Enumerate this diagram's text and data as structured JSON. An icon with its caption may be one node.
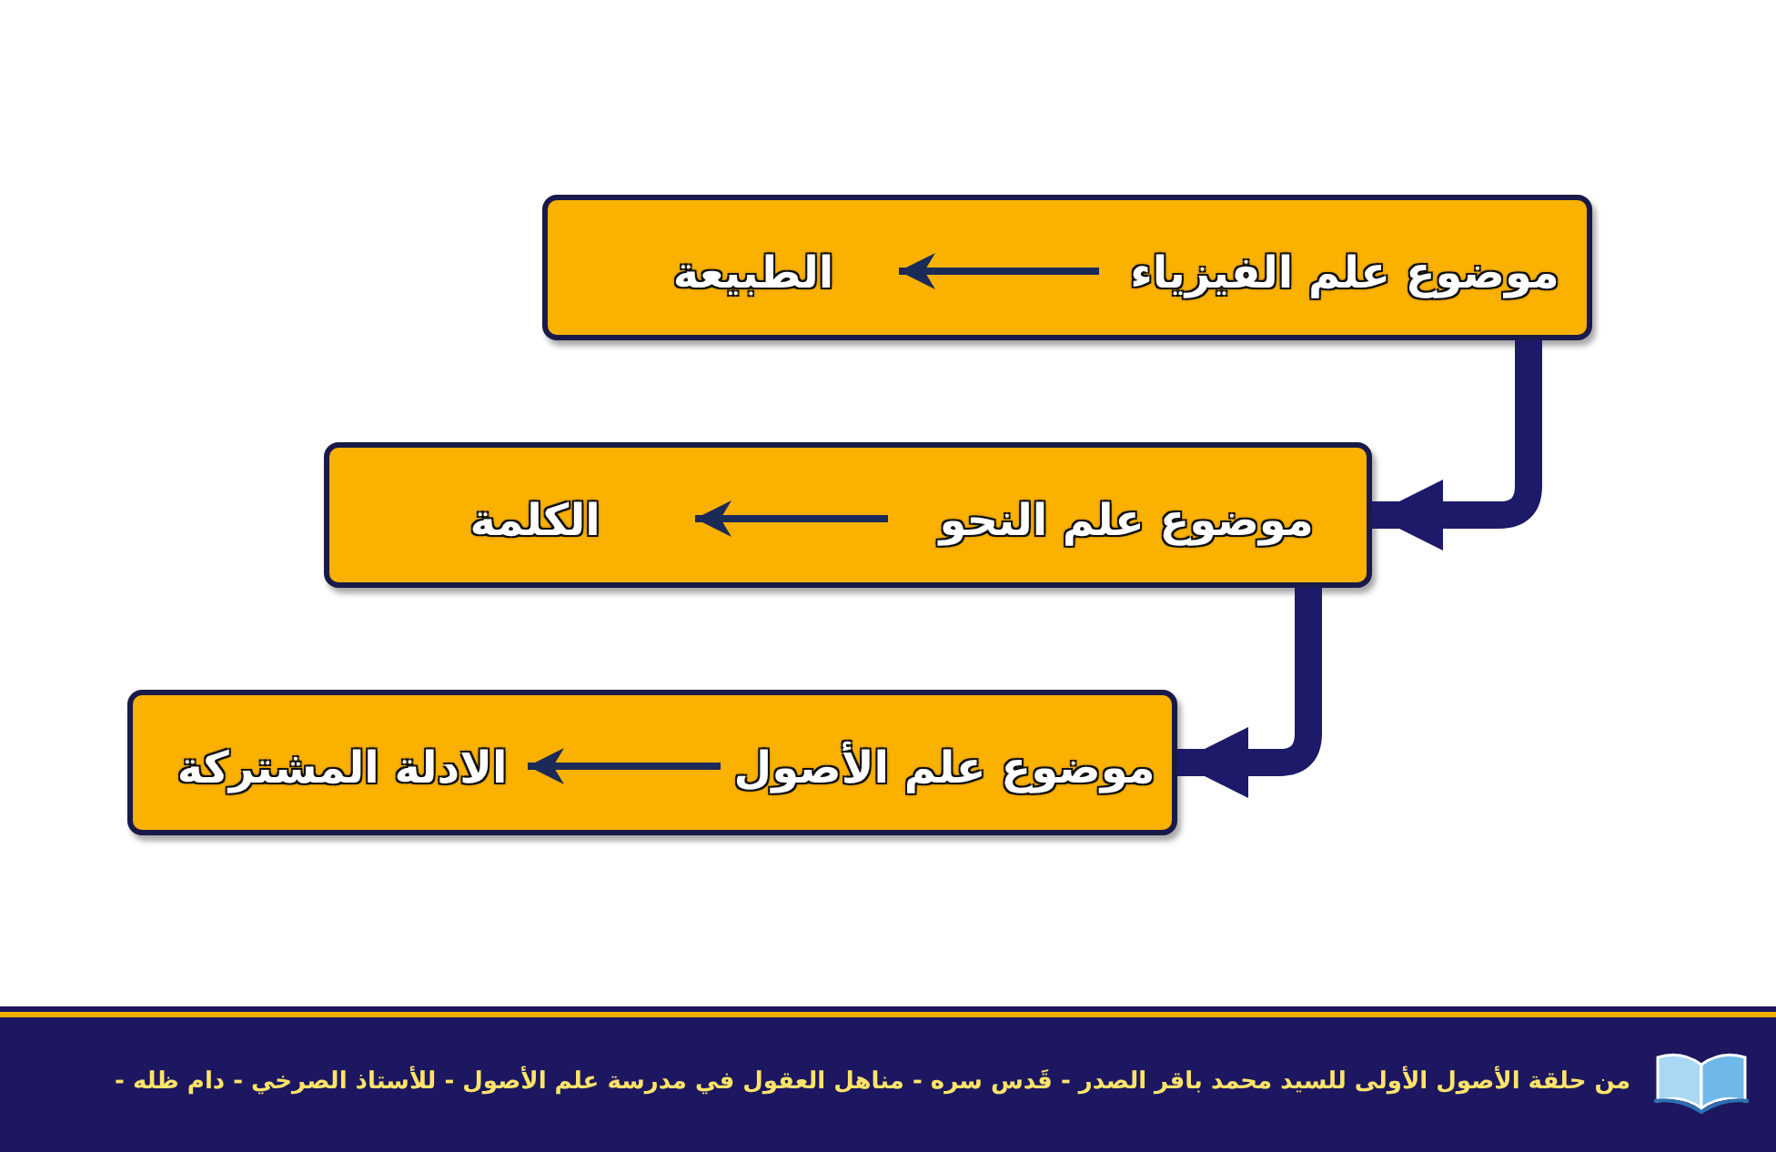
{
  "diagram": {
    "nodes": [
      {
        "text": [],
        "shape": "box"
      },
      {
        "text": [
          "موضوع علم الفيزياء"
        ],
        "in": 0
      },
      {
        "text": [
          "الطبيعة"
        ],
        "in": 0
      },
      {
        "text": [],
        "shape": "box"
      },
      {
        "text": [
          "موضوع علم النحو"
        ],
        "in": 3
      },
      {
        "text": [
          "الكلمة"
        ],
        "in": 3
      },
      {
        "text": [],
        "shape": "box"
      },
      {
        "text": [
          "موضوع علم الأصول"
        ],
        "in": 6
      },
      {
        "text": [
          "الادلة المشتركة"
        ],
        "in": 6
      }
    ],
    "edges": [
      {
        "from": 1,
        "to": 2,
        "arrow": "to"
      },
      {
        "from": 0,
        "to": 3,
        "arrow": "to",
        "style": "thick"
      },
      {
        "from": 4,
        "to": 5,
        "arrow": "to"
      },
      {
        "from": 3,
        "to": 6,
        "arrow": "to",
        "style": "thick"
      },
      {
        "from": 7,
        "to": 8,
        "arrow": "to"
      }
    ],
    "labels": [
      "من حلقة الأصول الأولى للسيد محمد باقر الصدر - قَدس سره - مناهل العقول في مدرسة علم الأصول - للأستاذ الصرخي - دام ظله -"
    ]
  }
}
